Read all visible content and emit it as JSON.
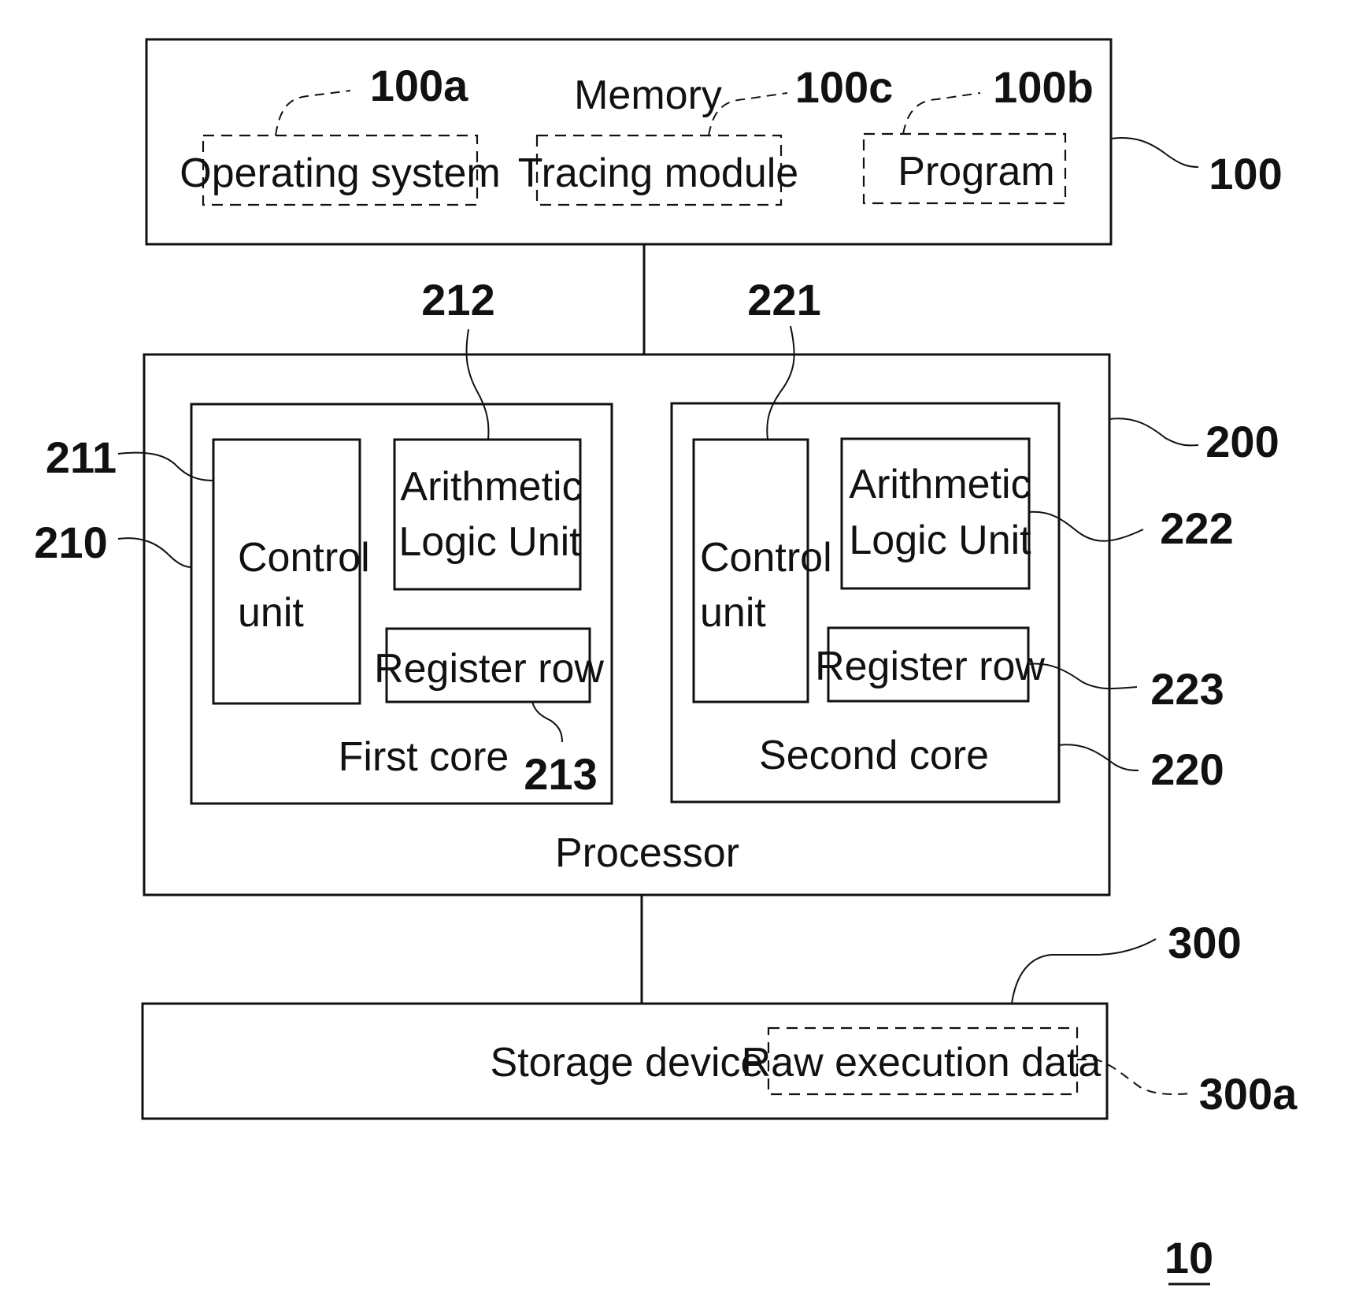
{
  "memory": {
    "title": "Memory",
    "ref": "100",
    "items": [
      {
        "label": "Operating system",
        "ref": "100a"
      },
      {
        "label": "Tracing module",
        "ref": "100c"
      },
      {
        "label": "Program",
        "ref": "100b"
      }
    ]
  },
  "processor": {
    "title": "Processor",
    "ref": "200",
    "first_core": {
      "title": "First core",
      "ref": "210",
      "control_unit": {
        "line1": "Control",
        "line2": "unit",
        "ref": "211"
      },
      "alu": {
        "line1": "Arithmetic",
        "line2": "Logic Unit",
        "ref": "212"
      },
      "register": {
        "label": "Register row",
        "ref": "213"
      }
    },
    "second_core": {
      "title": "Second core",
      "ref": "220",
      "control_unit": {
        "line1": "Control",
        "line2": "unit",
        "ref": "221"
      },
      "alu": {
        "line1": "Arithmetic",
        "line2": "Logic Unit",
        "ref": "222"
      },
      "register": {
        "label": "Register row",
        "ref": "223"
      }
    }
  },
  "storage": {
    "title": "Storage device",
    "ref": "300",
    "item": {
      "label": "Raw execution data",
      "ref": "300a"
    }
  },
  "figure_ref": "10"
}
